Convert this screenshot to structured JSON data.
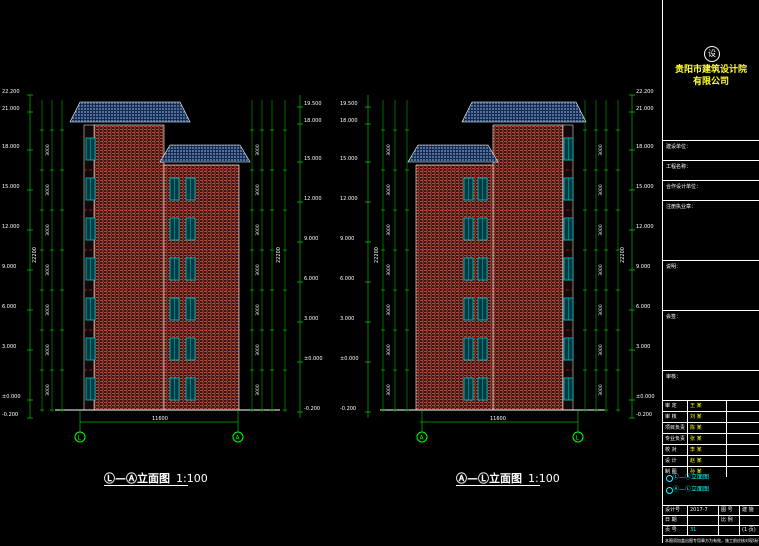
{
  "drawing": {
    "left_title_prefix": "Ⓛ—Ⓐ",
    "left_title": "立面图",
    "left_scale": "1:100",
    "right_title_prefix": "Ⓐ—Ⓛ",
    "right_title": "立面图",
    "right_scale": "1:100",
    "overall_width_dim": "11600",
    "overall_height_dim": "22200",
    "left_axis_a": "L",
    "left_axis_b": "A",
    "right_axis_a": "A",
    "right_axis_b": "L",
    "level_labels_left": [
      "22.200",
      "21.000",
      "18.000",
      "15.000",
      "12.000",
      "9.000",
      "6.000",
      "3.000",
      "±0.000",
      "-0.200"
    ],
    "level_labels_right_of_left": [
      "19.500",
      "18.000",
      "15.000",
      "12.000",
      "9.000",
      "6.000",
      "3.000",
      "±0.000",
      "-0.200"
    ],
    "level_labels_left_of_right": [
      "19.500",
      "18.000",
      "15.000",
      "12.000",
      "9.000",
      "6.000",
      "3.000",
      "±0.000",
      "-0.200"
    ],
    "level_labels_right": [
      "22.200",
      "21.000",
      "18.000",
      "15.000",
      "12.000",
      "9.000",
      "6.000",
      "3.000",
      "±0.000",
      "-0.200"
    ],
    "floor_dims": [
      "3000",
      "3000",
      "3000",
      "3000",
      "3000",
      "3000",
      "3000"
    ]
  },
  "title_block": {
    "logo": "设",
    "company_line1": "贵阳市建筑设计院",
    "company_line2": "有限公司",
    "field1": "建设单位：",
    "field2": "工程名称：",
    "field3": "合作设计单位：",
    "field4": "注册执业章：",
    "field5": "说明：",
    "field6": "会签：",
    "field7": "审核：",
    "signatures": [
      {
        "role": "审  定",
        "name": "王  某"
      },
      {
        "role": "审  核",
        "name": "刘  某"
      },
      {
        "role": "项目负责",
        "name": "陈  某"
      },
      {
        "role": "专业负责",
        "name": "张  某"
      },
      {
        "role": "校  对",
        "name": "李  某"
      },
      {
        "role": "设  计",
        "name": "赵  某"
      },
      {
        "role": "制  图",
        "name": "孙  某"
      }
    ],
    "drawings_list": [
      "Ⓛ—Ⓐ立面图",
      "Ⓐ—Ⓛ立面图"
    ],
    "footer_row1": [
      "设计号",
      "2017-7",
      "图 号",
      "建 施"
    ],
    "footer_row2": [
      "日 期",
      "",
      "比 例",
      ""
    ],
    "footer_row3": [
      "页 号",
      "31",
      "",
      "(1 页)"
    ],
    "footer_note": "本图须加盖出图专用章方为有效，施工前应核对现场尺寸"
  },
  "colors": {
    "background": "#000000",
    "wall_brick": "#b04a3a",
    "roof_blue": "#4a6fa0",
    "window_cyan": "#00c8d0",
    "dim_green": "#00ff00",
    "level_red": "#ff3030",
    "text_white": "#ffffff",
    "text_yellow": "#ffff00"
  }
}
